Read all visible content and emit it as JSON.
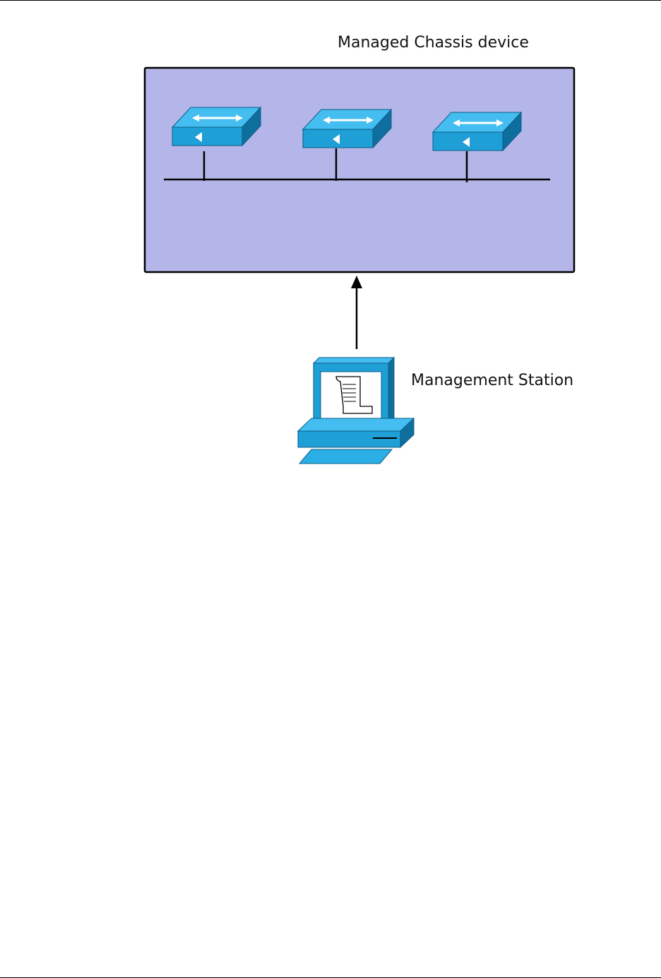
{
  "diagram": {
    "chassis_title": "Managed Chassis device",
    "station_label": "Management Station",
    "switch_count": 3,
    "colors": {
      "chassis_fill": "#b4b5e8",
      "device_blue": "#1e9fd6",
      "device_dark": "#0e6f9e",
      "device_light": "#44bdf0",
      "line": "#000000"
    },
    "icons": {
      "switch": "network-switch-icon",
      "station": "workstation-icon",
      "arrow": "arrow-up-icon"
    }
  }
}
